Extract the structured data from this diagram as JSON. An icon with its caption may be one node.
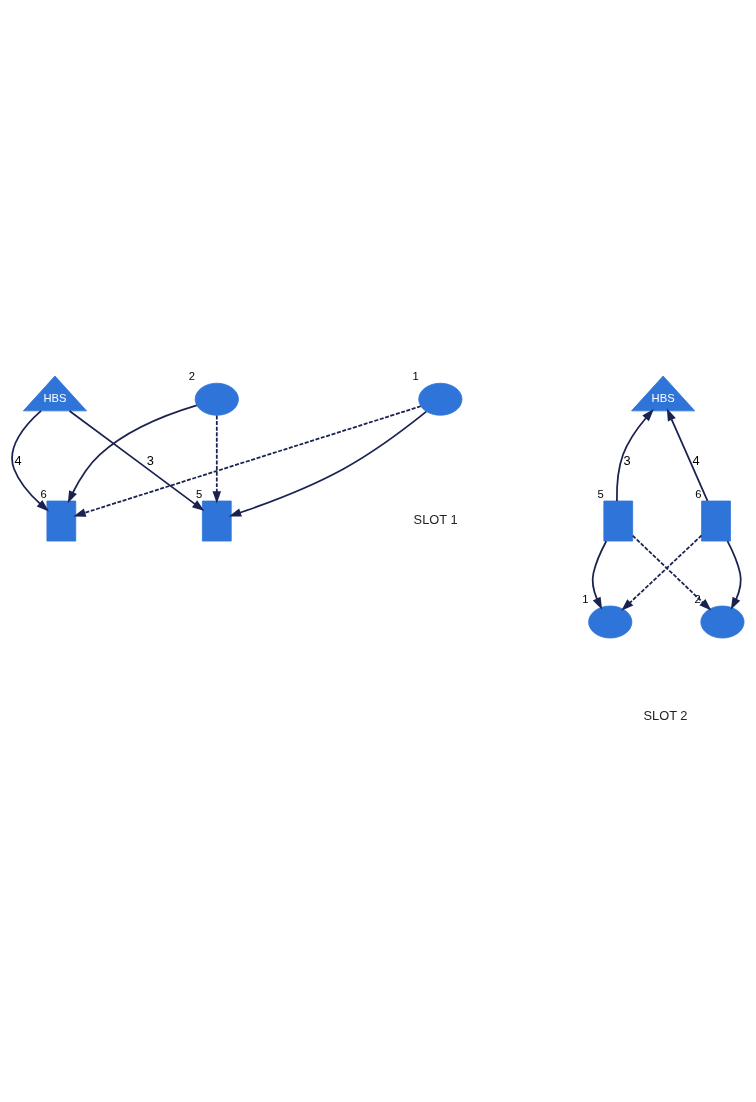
{
  "diagram": {
    "nodes": [
      {
        "text": [
          "HBS"
        ]
      },
      {
        "text": [],
        "shape": "box",
        "beside": [
          "5"
        ]
      },
      {
        "text": [],
        "shape": "box",
        "beside": [
          "6"
        ]
      },
      {
        "text": [],
        "shape": "circle",
        "beside": [
          "1"
        ]
      },
      {
        "text": [],
        "shape": "circle",
        "beside": [
          "2"
        ]
      },
      {
        "text": [
          "HBS"
        ]
      },
      {
        "text": [],
        "shape": "box",
        "beside": [
          "5"
        ]
      },
      {
        "text": [],
        "shape": "box",
        "beside": [
          "6"
        ]
      },
      {
        "text": [],
        "shape": "circle",
        "beside": [
          "1"
        ]
      },
      {
        "text": [],
        "shape": "circle",
        "beside": [
          "2"
        ]
      }
    ],
    "edges": [
      {
        "from": 0,
        "to": 1,
        "arrow": "to",
        "label": "3"
      },
      {
        "from": 0,
        "to": 2,
        "arrow": "to",
        "label": "4"
      },
      {
        "from": 3,
        "to": 1,
        "arrow": "to"
      },
      {
        "from": 3,
        "to": 2,
        "arrow": "to",
        "style": "dashed"
      },
      {
        "from": 4,
        "to": 1,
        "arrow": "to",
        "style": "dashed"
      },
      {
        "from": 4,
        "to": 2,
        "arrow": "to"
      },
      {
        "from": 6,
        "to": 5,
        "arrow": "to",
        "label": "3"
      },
      {
        "from": 7,
        "to": 5,
        "arrow": "to",
        "label": "4"
      },
      {
        "from": 6,
        "to": 8,
        "arrow": "to"
      },
      {
        "from": 6,
        "to": 9,
        "arrow": "to",
        "style": "dashed"
      },
      {
        "from": 7,
        "to": 8,
        "arrow": "to",
        "style": "dashed"
      },
      {
        "from": 7,
        "to": 9,
        "arrow": "to"
      }
    ],
    "labels": [
      "SLOT 1",
      "SLOT 2"
    ]
  }
}
